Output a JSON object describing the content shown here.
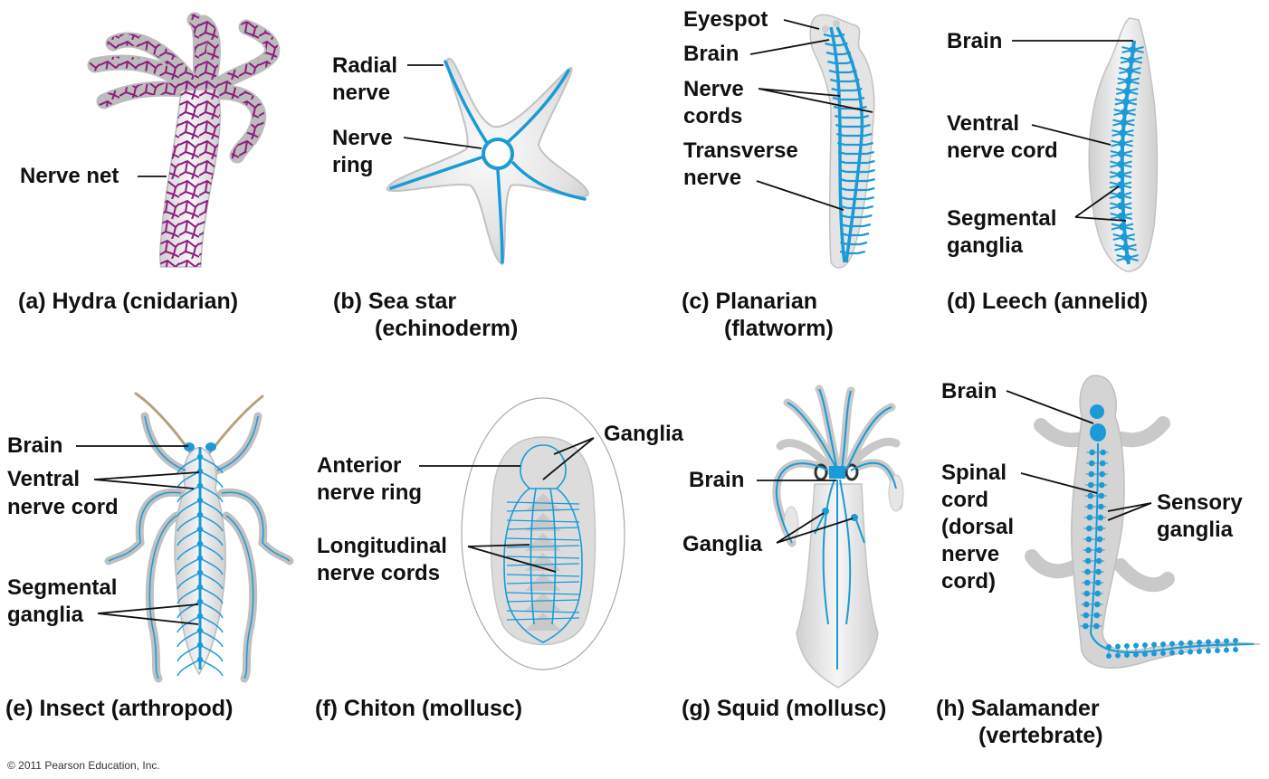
{
  "figure": {
    "colors": {
      "nerve_blue": "#1a9ad6",
      "nerve_net_purple": "#8e1a7f",
      "body_gray": "#d6d6d6",
      "body_highlight": "#f4f4f4",
      "label_text": "#111111"
    },
    "panels": [
      {
        "id": "a",
        "caption": "(a) Hydra (cnidarian)",
        "labels": [
          "Nerve net"
        ]
      },
      {
        "id": "b",
        "caption_line1": "(b) Sea star",
        "caption_line2": "(echinoderm)",
        "labels": [
          {
            "line1": "Radial",
            "line2": "nerve"
          },
          {
            "line1": "Nerve",
            "line2": "ring"
          }
        ]
      },
      {
        "id": "c",
        "caption_line1": "(c) Planarian",
        "caption_line2": "(flatworm)",
        "labels": [
          {
            "line1": "Eyespot"
          },
          {
            "line1": "Brain"
          },
          {
            "line1": "Nerve",
            "line2": "cords"
          },
          {
            "line1": "Transverse",
            "line2": "nerve"
          }
        ]
      },
      {
        "id": "d",
        "caption": "(d) Leech (annelid)",
        "labels": [
          {
            "line1": "Brain"
          },
          {
            "line1": "Ventral",
            "line2": "nerve cord"
          },
          {
            "line1": "Segmental",
            "line2": "ganglia"
          }
        ]
      },
      {
        "id": "e",
        "caption": "(e) Insect (arthropod)",
        "labels": [
          {
            "line1": "Brain"
          },
          {
            "line1": "Ventral",
            "line2": "nerve cord"
          },
          {
            "line1": "Segmental",
            "line2": "ganglia"
          }
        ]
      },
      {
        "id": "f",
        "caption": "(f) Chiton (mollusc)",
        "labels": [
          {
            "line1": "Ganglia"
          },
          {
            "line1": "Anterior",
            "line2": "nerve ring"
          },
          {
            "line1": "Longitudinal",
            "line2": "nerve cords"
          }
        ]
      },
      {
        "id": "g",
        "caption": "(g) Squid (mollusc)",
        "labels": [
          {
            "line1": "Brain"
          },
          {
            "line1": "Ganglia"
          }
        ]
      },
      {
        "id": "h",
        "caption_line1": "(h) Salamander",
        "caption_line2": "(vertebrate)",
        "labels": [
          {
            "line1": "Brain"
          },
          {
            "line1": "Spinal",
            "line2": "cord",
            "line3": "(dorsal",
            "line4": "nerve",
            "line5": "cord)"
          },
          {
            "line1": "Sensory",
            "line2": "ganglia"
          }
        ]
      }
    ],
    "copyright": "© 2011 Pearson Education, Inc."
  }
}
